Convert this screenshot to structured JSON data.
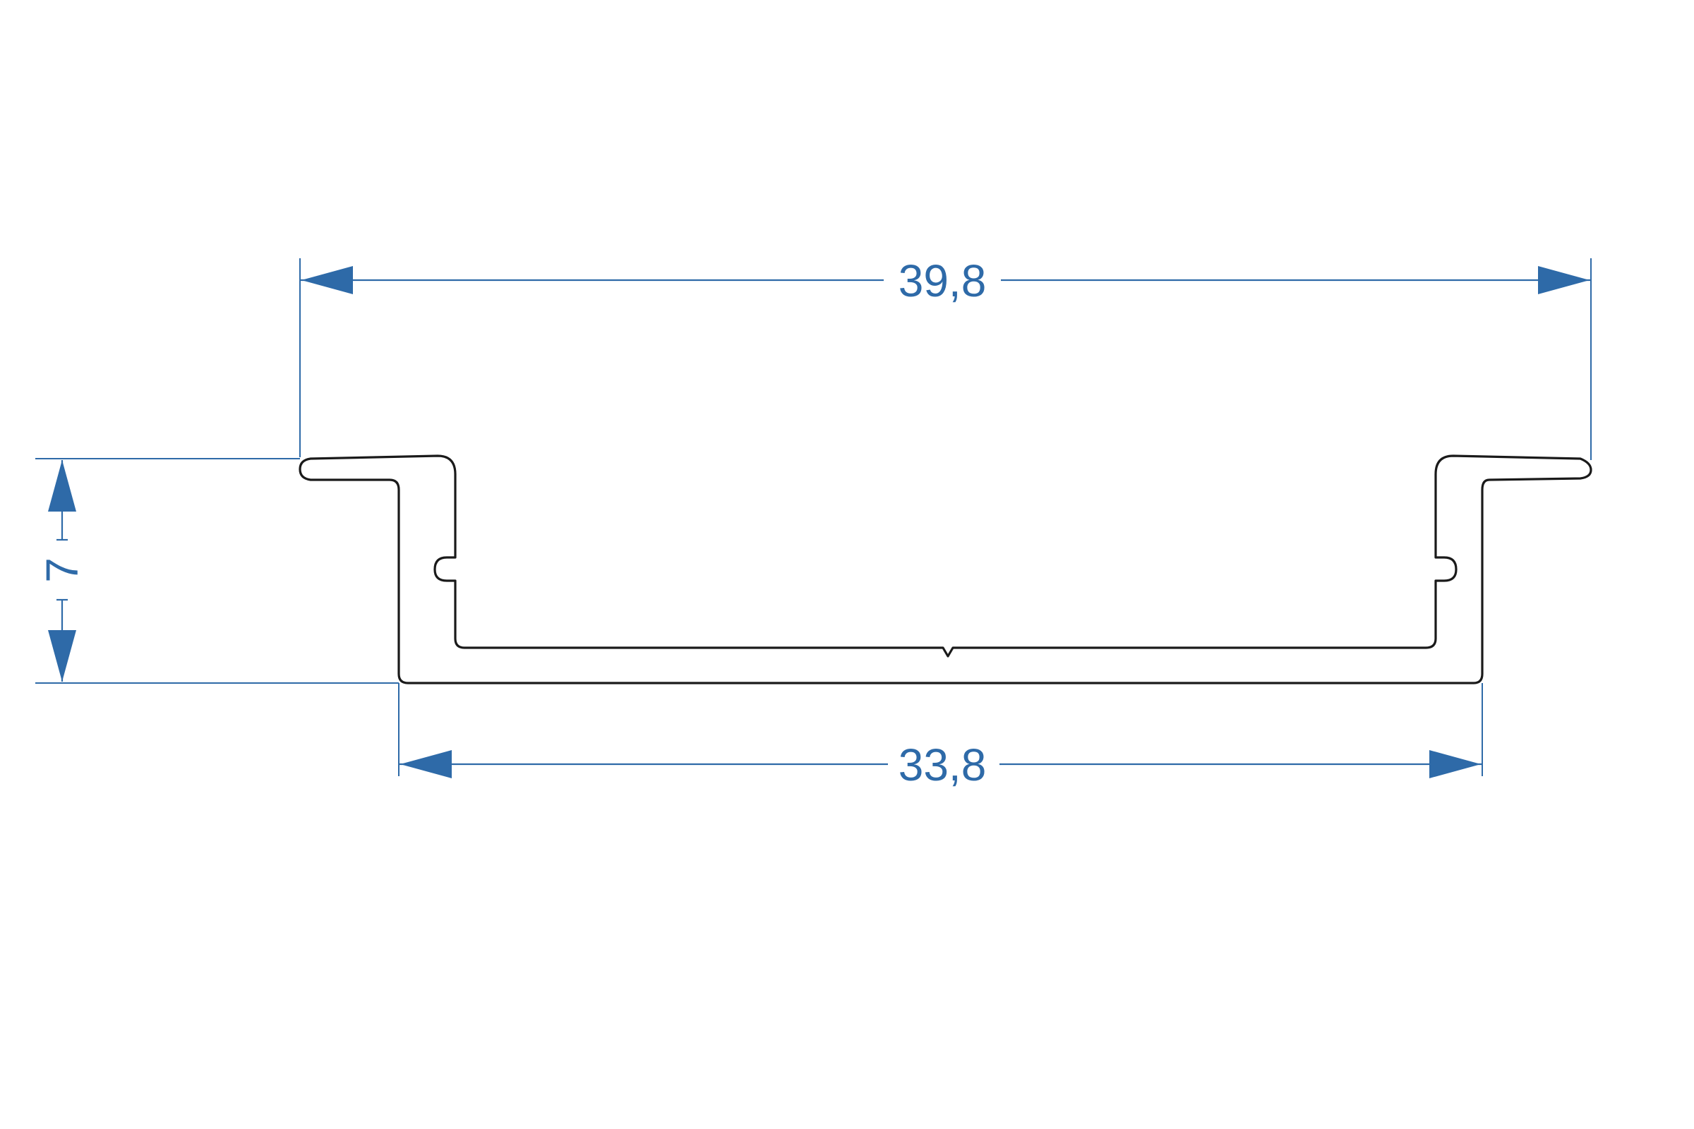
{
  "dimensions": {
    "top_width": "39,8",
    "bottom_width": "33,8",
    "height": "7"
  },
  "colors": {
    "dimension": "#2e6aa8",
    "outline": "#1a1a1a",
    "background": "#ffffff"
  }
}
